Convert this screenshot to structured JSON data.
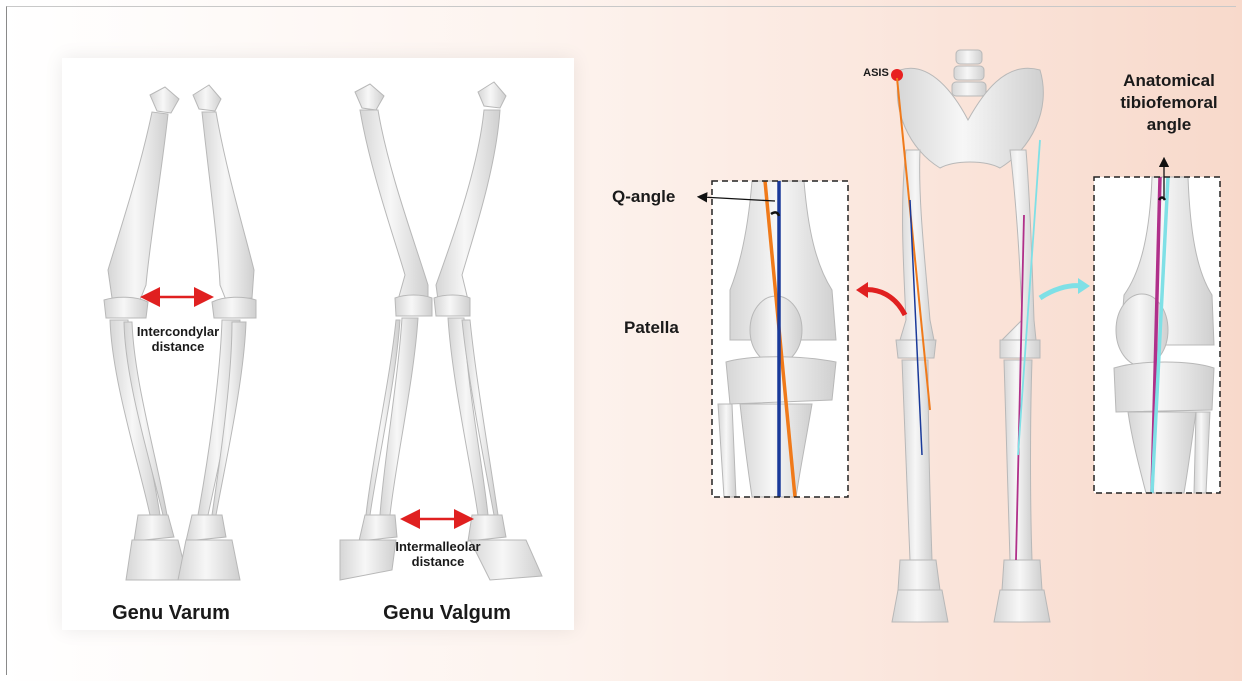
{
  "left_panel": {
    "intercondylar_label": "Intercondylar\ndistance",
    "intermalleolar_label": "Intermalleolar\ndistance",
    "genu_varum_label": "Genu Varum",
    "genu_valgum_label": "Genu Valgum"
  },
  "right_panel": {
    "asis_label": "ASIS",
    "q_angle_label": "Q-angle",
    "patella_label": "Patella",
    "anatomical_angle_label": "Anatomical\ntibiofemoral\nangle"
  },
  "colors": {
    "distance_arrow": "#e02020",
    "q_line": "#f07a1a",
    "mechanical_line": "#1a3a9a",
    "anatomical_line_a": "#b0308a",
    "anatomical_line_b": "#7fe0e6",
    "bone": "#ececec",
    "bone_outline": "#b8b8b8"
  }
}
